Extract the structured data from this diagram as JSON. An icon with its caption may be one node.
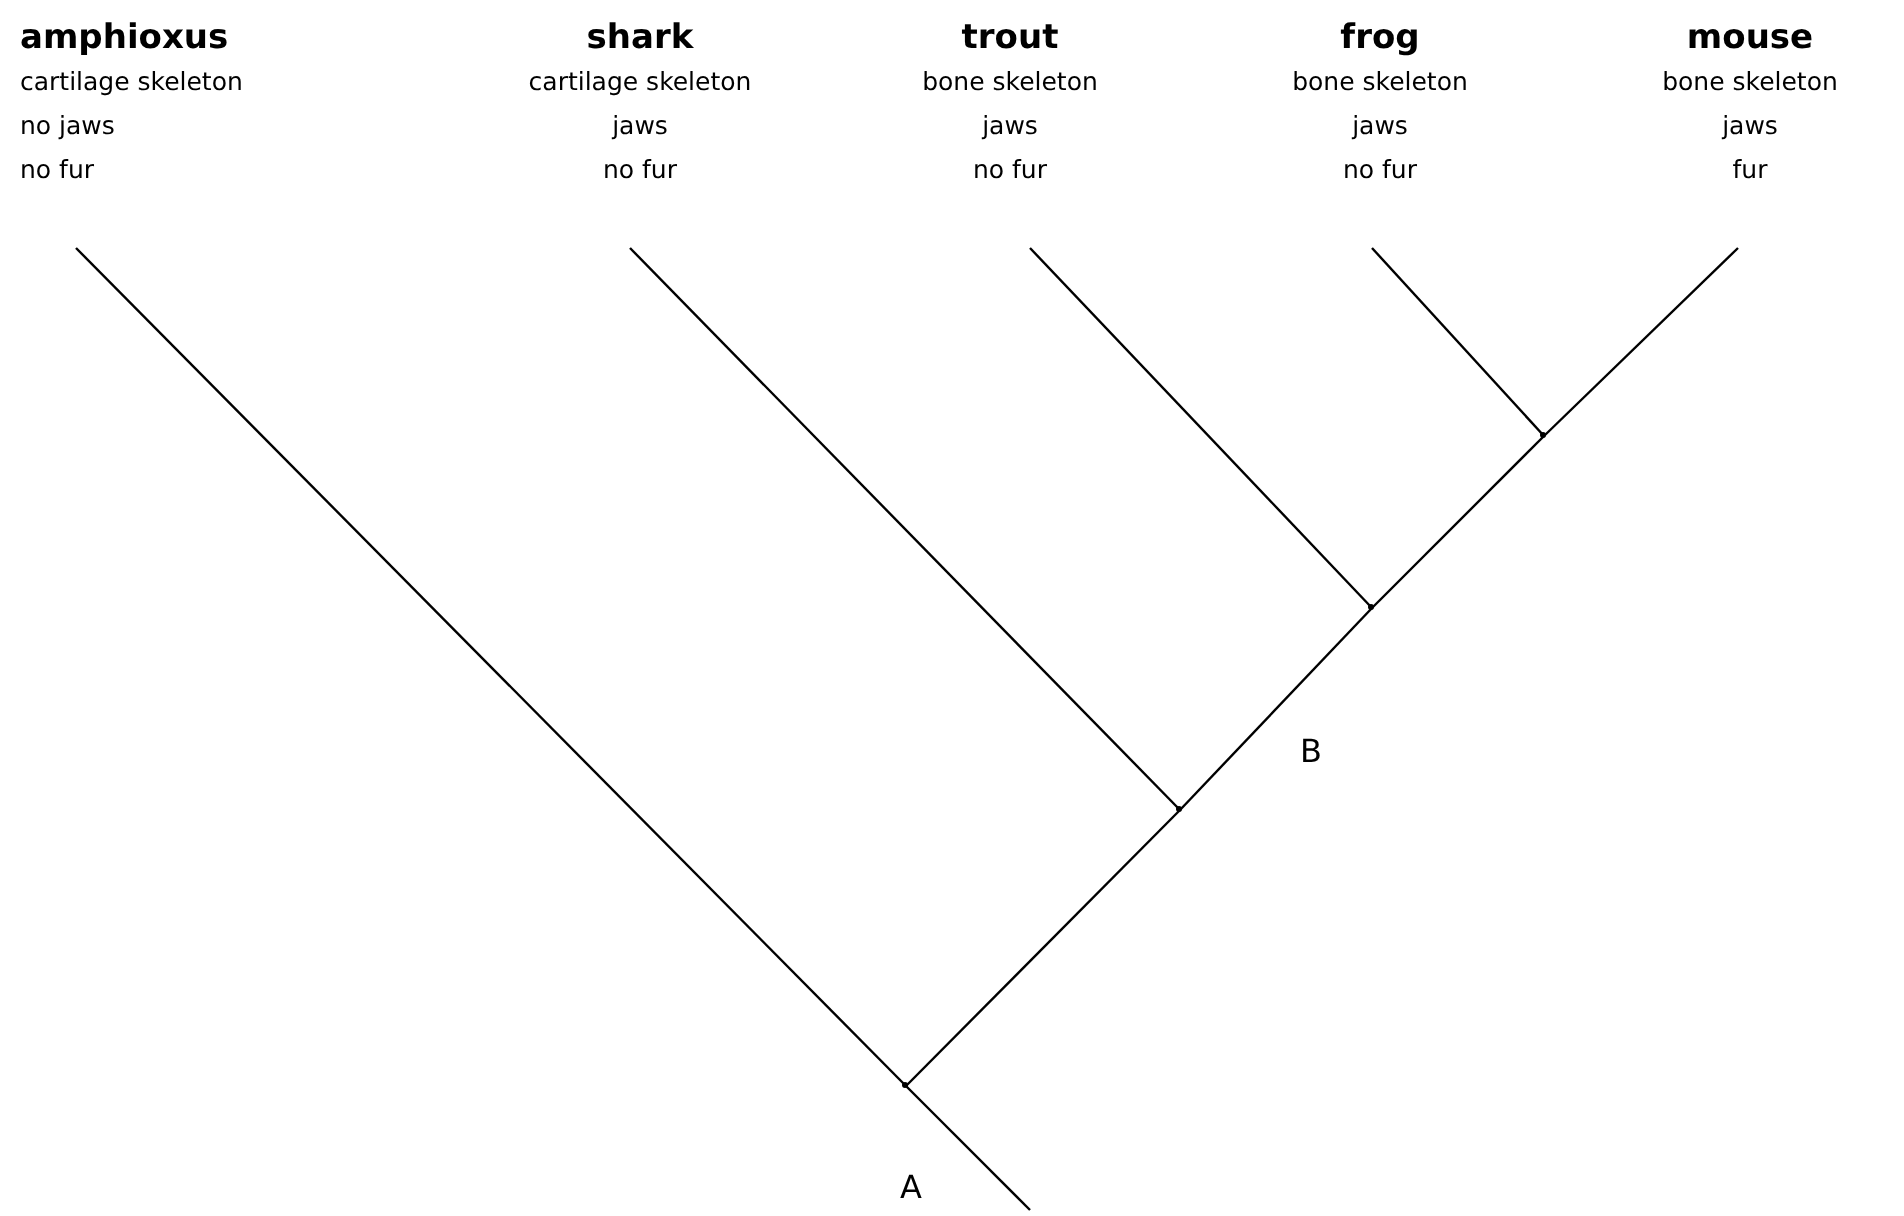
{
  "diagram": {
    "nodes": [
      {
        "text": [
          "amphioxus",
          "cartilage skeleton",
          "no jaws",
          "no fur"
        ]
      },
      {
        "text": [
          "shark",
          "cartilage skeleton",
          "jaws",
          "no fur"
        ]
      },
      {
        "text": [
          "trout",
          "bone skeleton",
          "jaws",
          "no fur"
        ]
      },
      {
        "text": [
          "frog",
          "bone skeleton",
          "jaws",
          "no fur"
        ]
      },
      {
        "text": [
          "mouse",
          "bone skeleton",
          "jaws",
          "fur"
        ]
      },
      {
        "text": [],
        "shape": "point"
      },
      {
        "text": [],
        "shape": "point"
      },
      {
        "text": [],
        "shape": "point"
      },
      {
        "text": [],
        "shape": "point"
      }
    ],
    "edges": [
      {
        "from": 0,
        "to": 5,
        "arrow": "none"
      },
      {
        "from": 1,
        "to": 6,
        "arrow": "none"
      },
      {
        "from": 2,
        "to": 7,
        "arrow": "none"
      },
      {
        "from": 3,
        "to": 8,
        "arrow": "none"
      },
      {
        "from": 4,
        "to": 8,
        "arrow": "none"
      },
      {
        "from": 8,
        "to": 7,
        "arrow": "none"
      },
      {
        "from": 7,
        "to": 6,
        "arrow": "none"
      },
      {
        "from": 6,
        "to": 5,
        "arrow": "none"
      },
      {
        "from": 5,
        "to": null,
        "arrow": "none"
      }
    ],
    "labels": [
      "B",
      "A"
    ]
  }
}
